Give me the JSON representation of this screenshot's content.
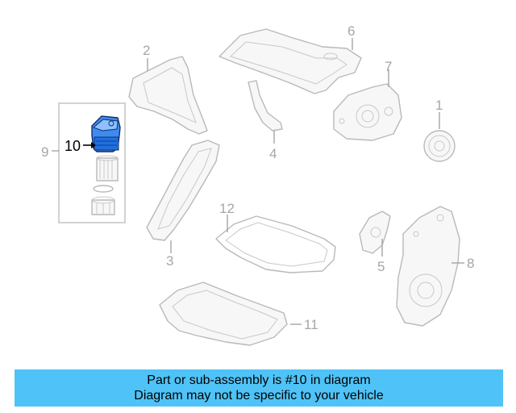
{
  "diagram": {
    "callouts": {
      "c1": "1",
      "c2": "2",
      "c3": "3",
      "c4": "4",
      "c5": "5",
      "c6": "6",
      "c7": "7",
      "c8": "8",
      "c9": "9",
      "c10": "10",
      "c11": "11",
      "c12": "12"
    },
    "highlighted_part": "10",
    "highlight_color": "#2b6ee0",
    "outline_color": "#b9b9b9"
  },
  "banner": {
    "line1": "Part or sub-assembly is #10 in diagram",
    "line2": "Diagram may not be specific to your vehicle",
    "background": "#4fc3f7"
  }
}
